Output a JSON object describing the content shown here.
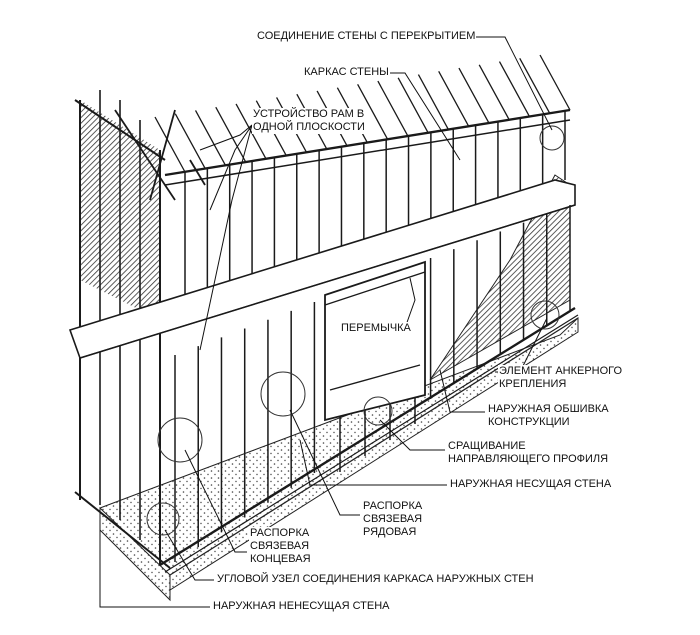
{
  "diagram": {
    "labels": {
      "wall_floor_joint": "СОЕДИНЕНИЕ СТЕНЫ С ПЕРЕКРЫТИЕМ",
      "wall_frame": "КАРКАС СТЕНЫ",
      "frames_in_plane": "УСТРОЙСТВО РАМ В\nОДНОЙ ПЛОСКОСТИ",
      "lintel": "ПЕРЕМЫЧКА",
      "anchor_element": "ЭЛЕМЕНТ АНКЕРНОГО\nКРЕПЛЕНИЯ",
      "outer_sheathing": "НАРУЖНАЯ ОБШИВКА\nКОНСТРУКЦИИ",
      "track_splice": "СРАЩИВАНИЕ\nНАПРАВЛЯЮЩЕГО ПРОФИЛЯ",
      "outer_bearing_wall": "НАРУЖНАЯ НЕСУЩАЯ СТЕНА",
      "row_brace": "РАСПОРКА\nСВЯЗЕВАЯ\nРЯДОВАЯ",
      "end_brace": "РАСПОРКА\nСВЯЗЕВАЯ\nКОНЦЕВАЯ",
      "corner_joint": "УГЛОВОЙ УЗЕЛ СОЕДИНЕНИЯ КАРКАСА НАРУЖНЫХ СТЕН",
      "outer_nonbearing_wall": "НАРУЖНАЯ НЕНЕСУЩАЯ СТЕНА"
    },
    "colors": {
      "line": "#1a1a1a",
      "sheathing": "#555555",
      "background": "#ffffff"
    }
  }
}
